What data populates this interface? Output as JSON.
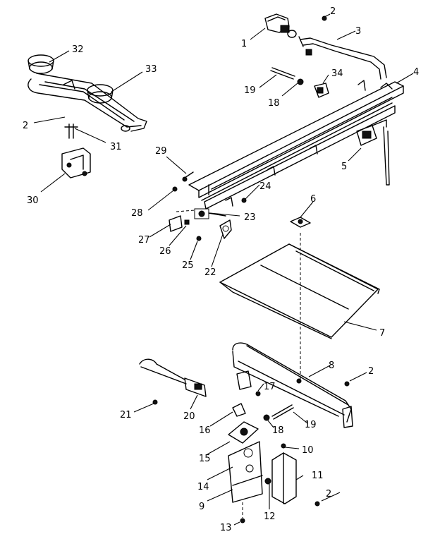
{
  "callouts": [
    "1",
    "2",
    "3",
    "4",
    "5",
    "6",
    "7",
    "8",
    "2",
    "2",
    "9",
    "10",
    "11",
    "12",
    "13",
    "14",
    "15",
    "16",
    "17",
    "18",
    "19",
    "20",
    "21",
    "22",
    "23",
    "24",
    "25",
    "26",
    "27",
    "28",
    "29",
    "30",
    "31",
    "32",
    "33",
    "34",
    "18",
    "19",
    "2"
  ],
  "icons": [
    "exploded-parts-drawing"
  ]
}
